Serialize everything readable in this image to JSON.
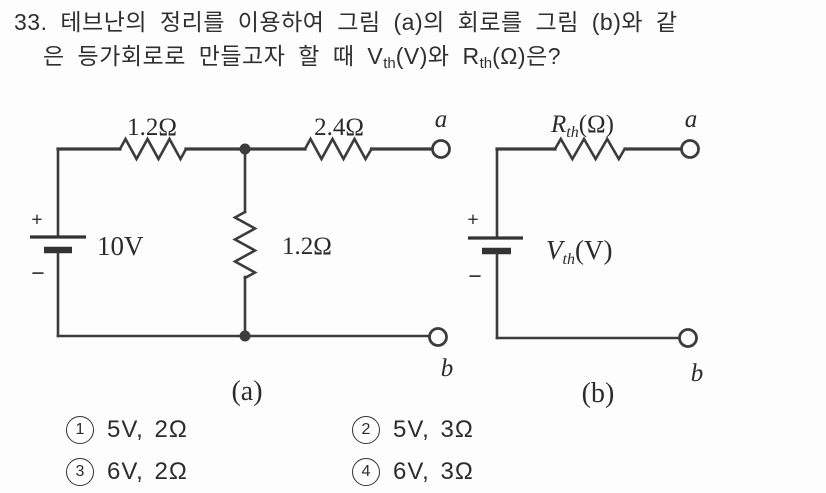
{
  "question": {
    "number": "33.",
    "line1": "테브난의 정리를 이용하여 그림 (a)의 회로를 그림 (b)와 같",
    "line2_start": "은 등가회로로 만들고자 할 때 V",
    "line2_sub1": "th",
    "line2_mid": "(V)와 R",
    "line2_sub2": "th",
    "line2_end": "(Ω)은?"
  },
  "circuit_a": {
    "resistor_top_left": "1.2Ω",
    "resistor_top_right": "2.4Ω",
    "resistor_middle": "1.2Ω",
    "source": "10V",
    "plus": "+",
    "minus": "−",
    "terminal_a": "a",
    "terminal_b": "b",
    "caption": "(a)"
  },
  "circuit_b": {
    "r_pre": "R",
    "r_sub": "th",
    "r_post": "(Ω)",
    "v_pre": "V",
    "v_sub": "th",
    "v_post": "(V)",
    "plus": "+",
    "minus": "−",
    "terminal_a": "a",
    "terminal_b": "b",
    "caption": "(b)"
  },
  "choices": [
    {
      "marker": "1",
      "label": "5V, 2Ω"
    },
    {
      "marker": "2",
      "label": "5V, 3Ω"
    },
    {
      "marker": "3",
      "label": "6V, 2Ω"
    },
    {
      "marker": "4",
      "label": "6V, 3Ω"
    }
  ]
}
